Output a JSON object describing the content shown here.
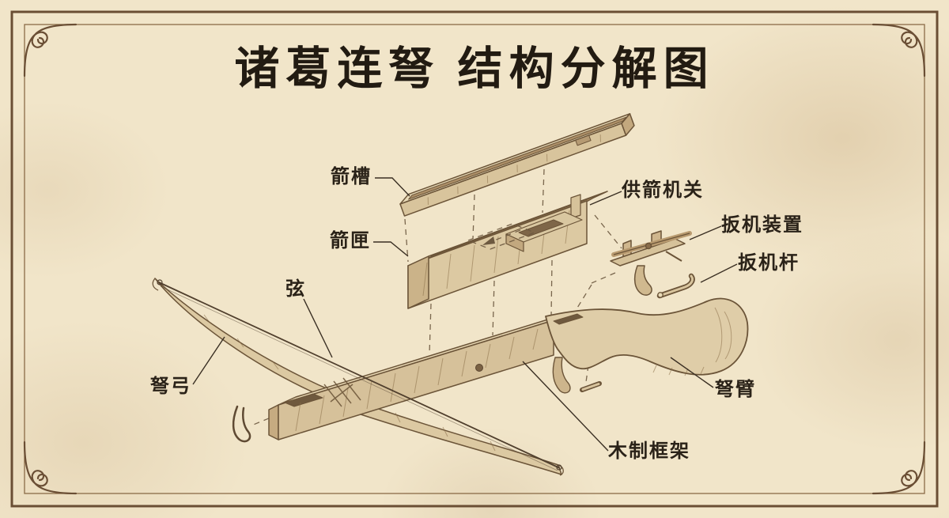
{
  "title": "诸葛连弩 结构分解图",
  "labels": {
    "arrow_groove": "箭槽",
    "magazine": "箭匣",
    "feed_mechanism": "供箭机关",
    "trigger_device": "扳机装置",
    "trigger_lever": "扳机杆",
    "bowstring": "弦",
    "bow": "弩弓",
    "stock": "弩臂",
    "wooden_frame": "木制框架"
  },
  "colors": {
    "paper": "#eee2c6",
    "ink": "#2a2218",
    "line_brown": "#6b5438",
    "wood_light": "#e9dbb8",
    "wood_mid": "#d8c49c",
    "wood_dark": "#b2946c",
    "interior_dark": "#9c8059"
  }
}
